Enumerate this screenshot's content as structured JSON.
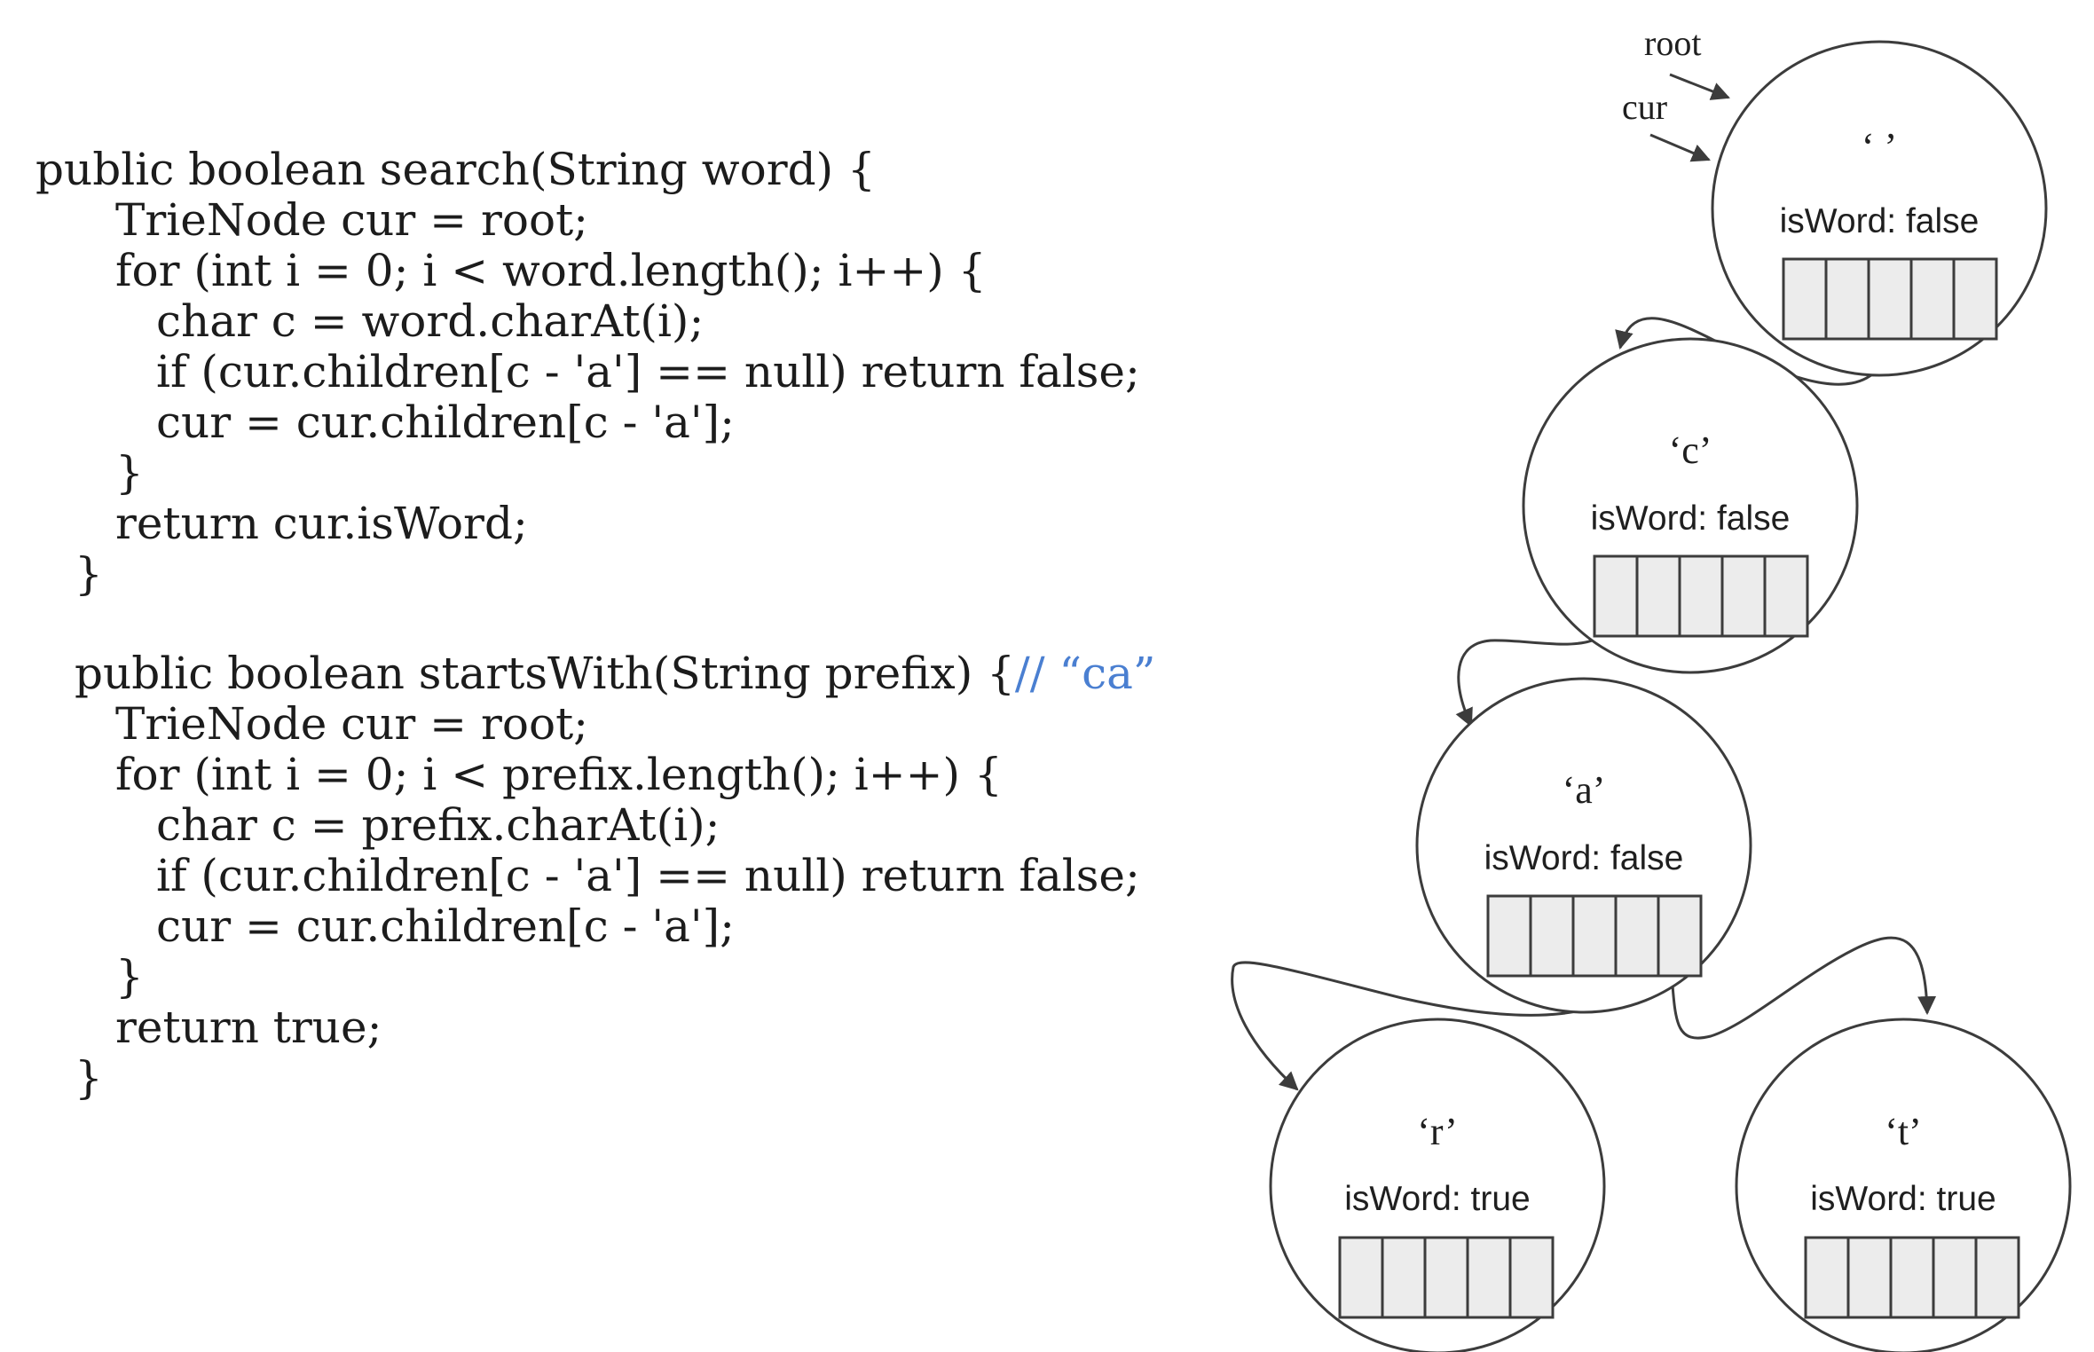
{
  "code": {
    "search": [
      "public boolean search(String word) {",
      "TrieNode cur = root;",
      "for (int i = 0; i < word.length(); i++) {",
      "char c = word.charAt(i);",
      "if (cur.children[c - 'a'] == null) return false;",
      "cur = cur.children[c - 'a'];",
      "}",
      "return cur.isWord;",
      "}"
    ],
    "starts_with": [
      "public boolean startsWith(String prefix) {",
      "TrieNode cur = root;",
      "for (int i = 0; i < prefix.length(); i++) {",
      "char c = prefix.charAt(i);",
      "if (cur.children[c - 'a'] == null) return false;",
      "cur = cur.children[c - 'a'];",
      "}",
      "return true;",
      "}"
    ],
    "starts_with_comment": "// “ca”"
  },
  "trie": {
    "pointers": {
      "root_label": "root",
      "cur_label": "cur"
    },
    "nodes": [
      {
        "id": "root",
        "char_label": "‘ ’",
        "isword_label": "isWord: false"
      },
      {
        "id": "c",
        "char_label": "‘c’",
        "isword_label": "isWord: false"
      },
      {
        "id": "a",
        "char_label": "‘a’",
        "isword_label": "isWord: false"
      },
      {
        "id": "r",
        "char_label": "‘r’",
        "isword_label": "isWord: true"
      },
      {
        "id": "t",
        "char_label": "‘t’",
        "isword_label": "isWord: true"
      }
    ],
    "cells_per_node": 5
  },
  "colors": {
    "code_text": "#1c1c1c",
    "comment": "#4a7fd1",
    "stroke": "#3c3c3c",
    "cell_fill": "#ececec"
  }
}
